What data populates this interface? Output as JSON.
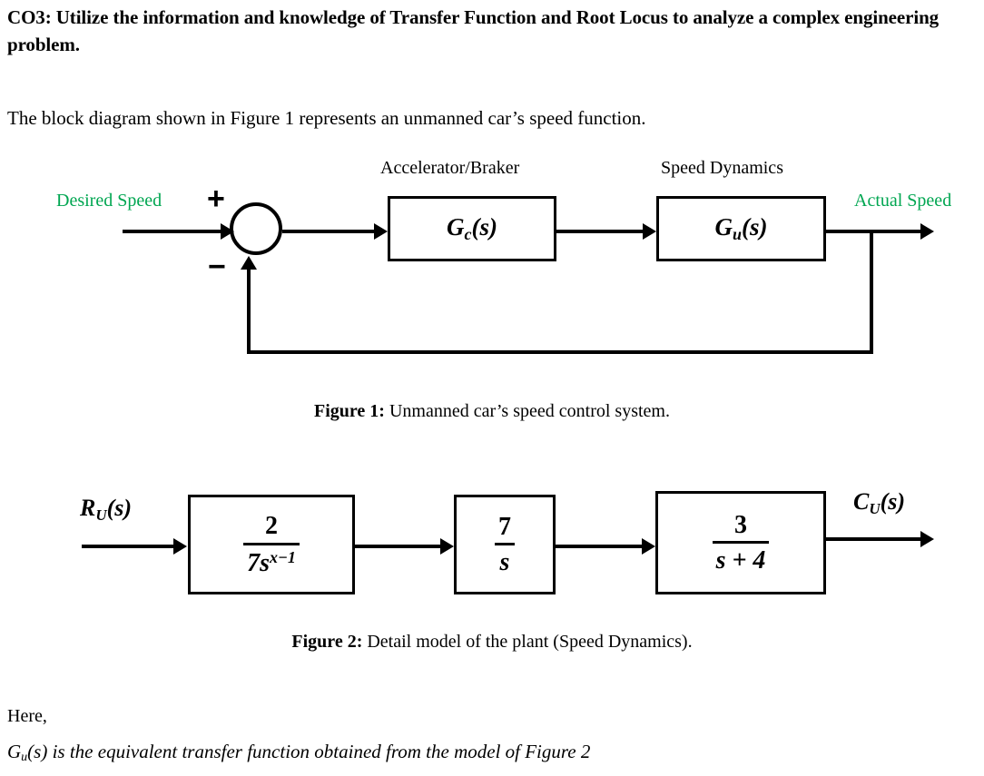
{
  "document": {
    "heading": "CO3: Utilize the information and knowledge of Transfer Function and Root Locus to analyze a complex engineering problem.",
    "intro": "The block diagram shown in Figure 1 represents an unmanned car’s speed function.",
    "here_label": "Here,",
    "note_prefix": "G",
    "note_sub": "u",
    "note_rest": "(s) is the equivalent transfer function obtained from the model of Figure 2"
  },
  "colors": {
    "signal_label_green": "#00a651",
    "line_black": "#000000",
    "page_background": "#ffffff"
  },
  "figure1": {
    "caption_label": "Figure 1:",
    "caption_text": " Unmanned car’s speed control system.",
    "input_label": "Desired Speed",
    "output_label": "Actual Speed",
    "plus_sign": "+",
    "minus_sign": "−",
    "blocks": [
      {
        "title": "Accelerator/Braker",
        "label_main": "G",
        "label_sub": "c",
        "label_arg": "(s)"
      },
      {
        "title": "Speed Dynamics",
        "label_main": "G",
        "label_sub": "u",
        "label_arg": "(s)"
      }
    ]
  },
  "figure2": {
    "caption_label": "Figure 2:",
    "caption_text": " Detail model of the plant (Speed Dynamics).",
    "input_math_main": "R",
    "input_math_sub": "U",
    "input_math_arg": "(s)",
    "output_math_main": "C",
    "output_math_sub": "U",
    "output_math_arg": "(s)",
    "blocks": [
      {
        "numerator": "2",
        "denominator_base": "7s",
        "denominator_exponent": "x−1"
      },
      {
        "numerator": "7",
        "denominator_base": "s",
        "denominator_exponent": ""
      },
      {
        "numerator": "3",
        "denominator_base": "s + 4",
        "denominator_exponent": ""
      }
    ]
  }
}
